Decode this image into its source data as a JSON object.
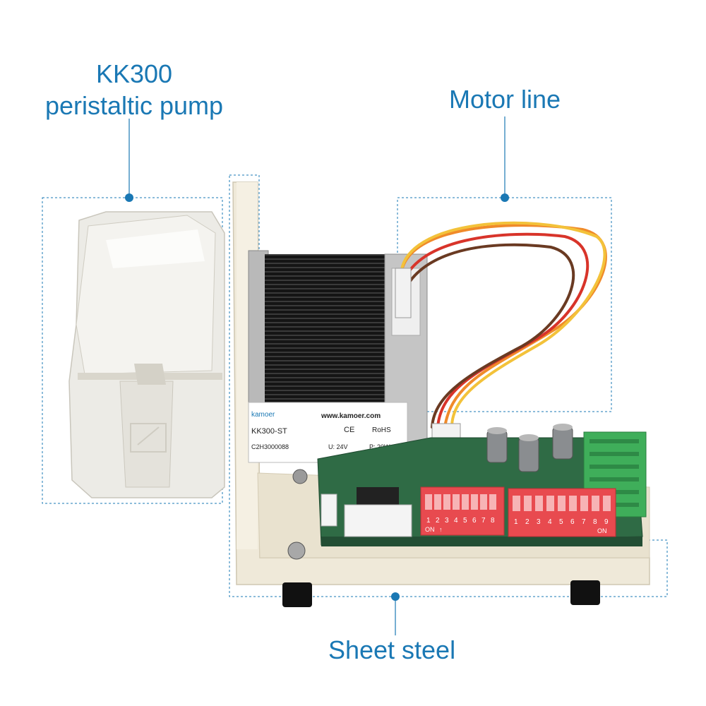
{
  "labels": {
    "pump_line1": "KK300",
    "pump_line2": "peristaltic pump",
    "motor": "Motor line",
    "sheet": "Sheet steel"
  },
  "motor_label": {
    "brand": "kamoer",
    "url": "www.kamoer.com",
    "model": "KK300-ST",
    "ce": "CE",
    "rohs": "RoHS",
    "serial": "C2H3000088",
    "voltage": "U: 24V",
    "power": "P: 20W"
  },
  "dip_left": {
    "numbers": [
      "1",
      "2",
      "3",
      "4",
      "5",
      "6",
      "7",
      "8"
    ],
    "on": "ON",
    "mark": "↑"
  },
  "dip_right": {
    "numbers": [
      "1",
      "2",
      "3",
      "4",
      "5",
      "6",
      "7",
      "8",
      "9"
    ],
    "on": "ON"
  },
  "colors": {
    "accent": "#1a78b4",
    "pump_body": "#ecebe6",
    "plate": "#efe9d9",
    "pcb": "#2f6b45",
    "dip": "#e84a4f",
    "terminal": "#3fae5a",
    "motor": "#1c1c1c"
  }
}
